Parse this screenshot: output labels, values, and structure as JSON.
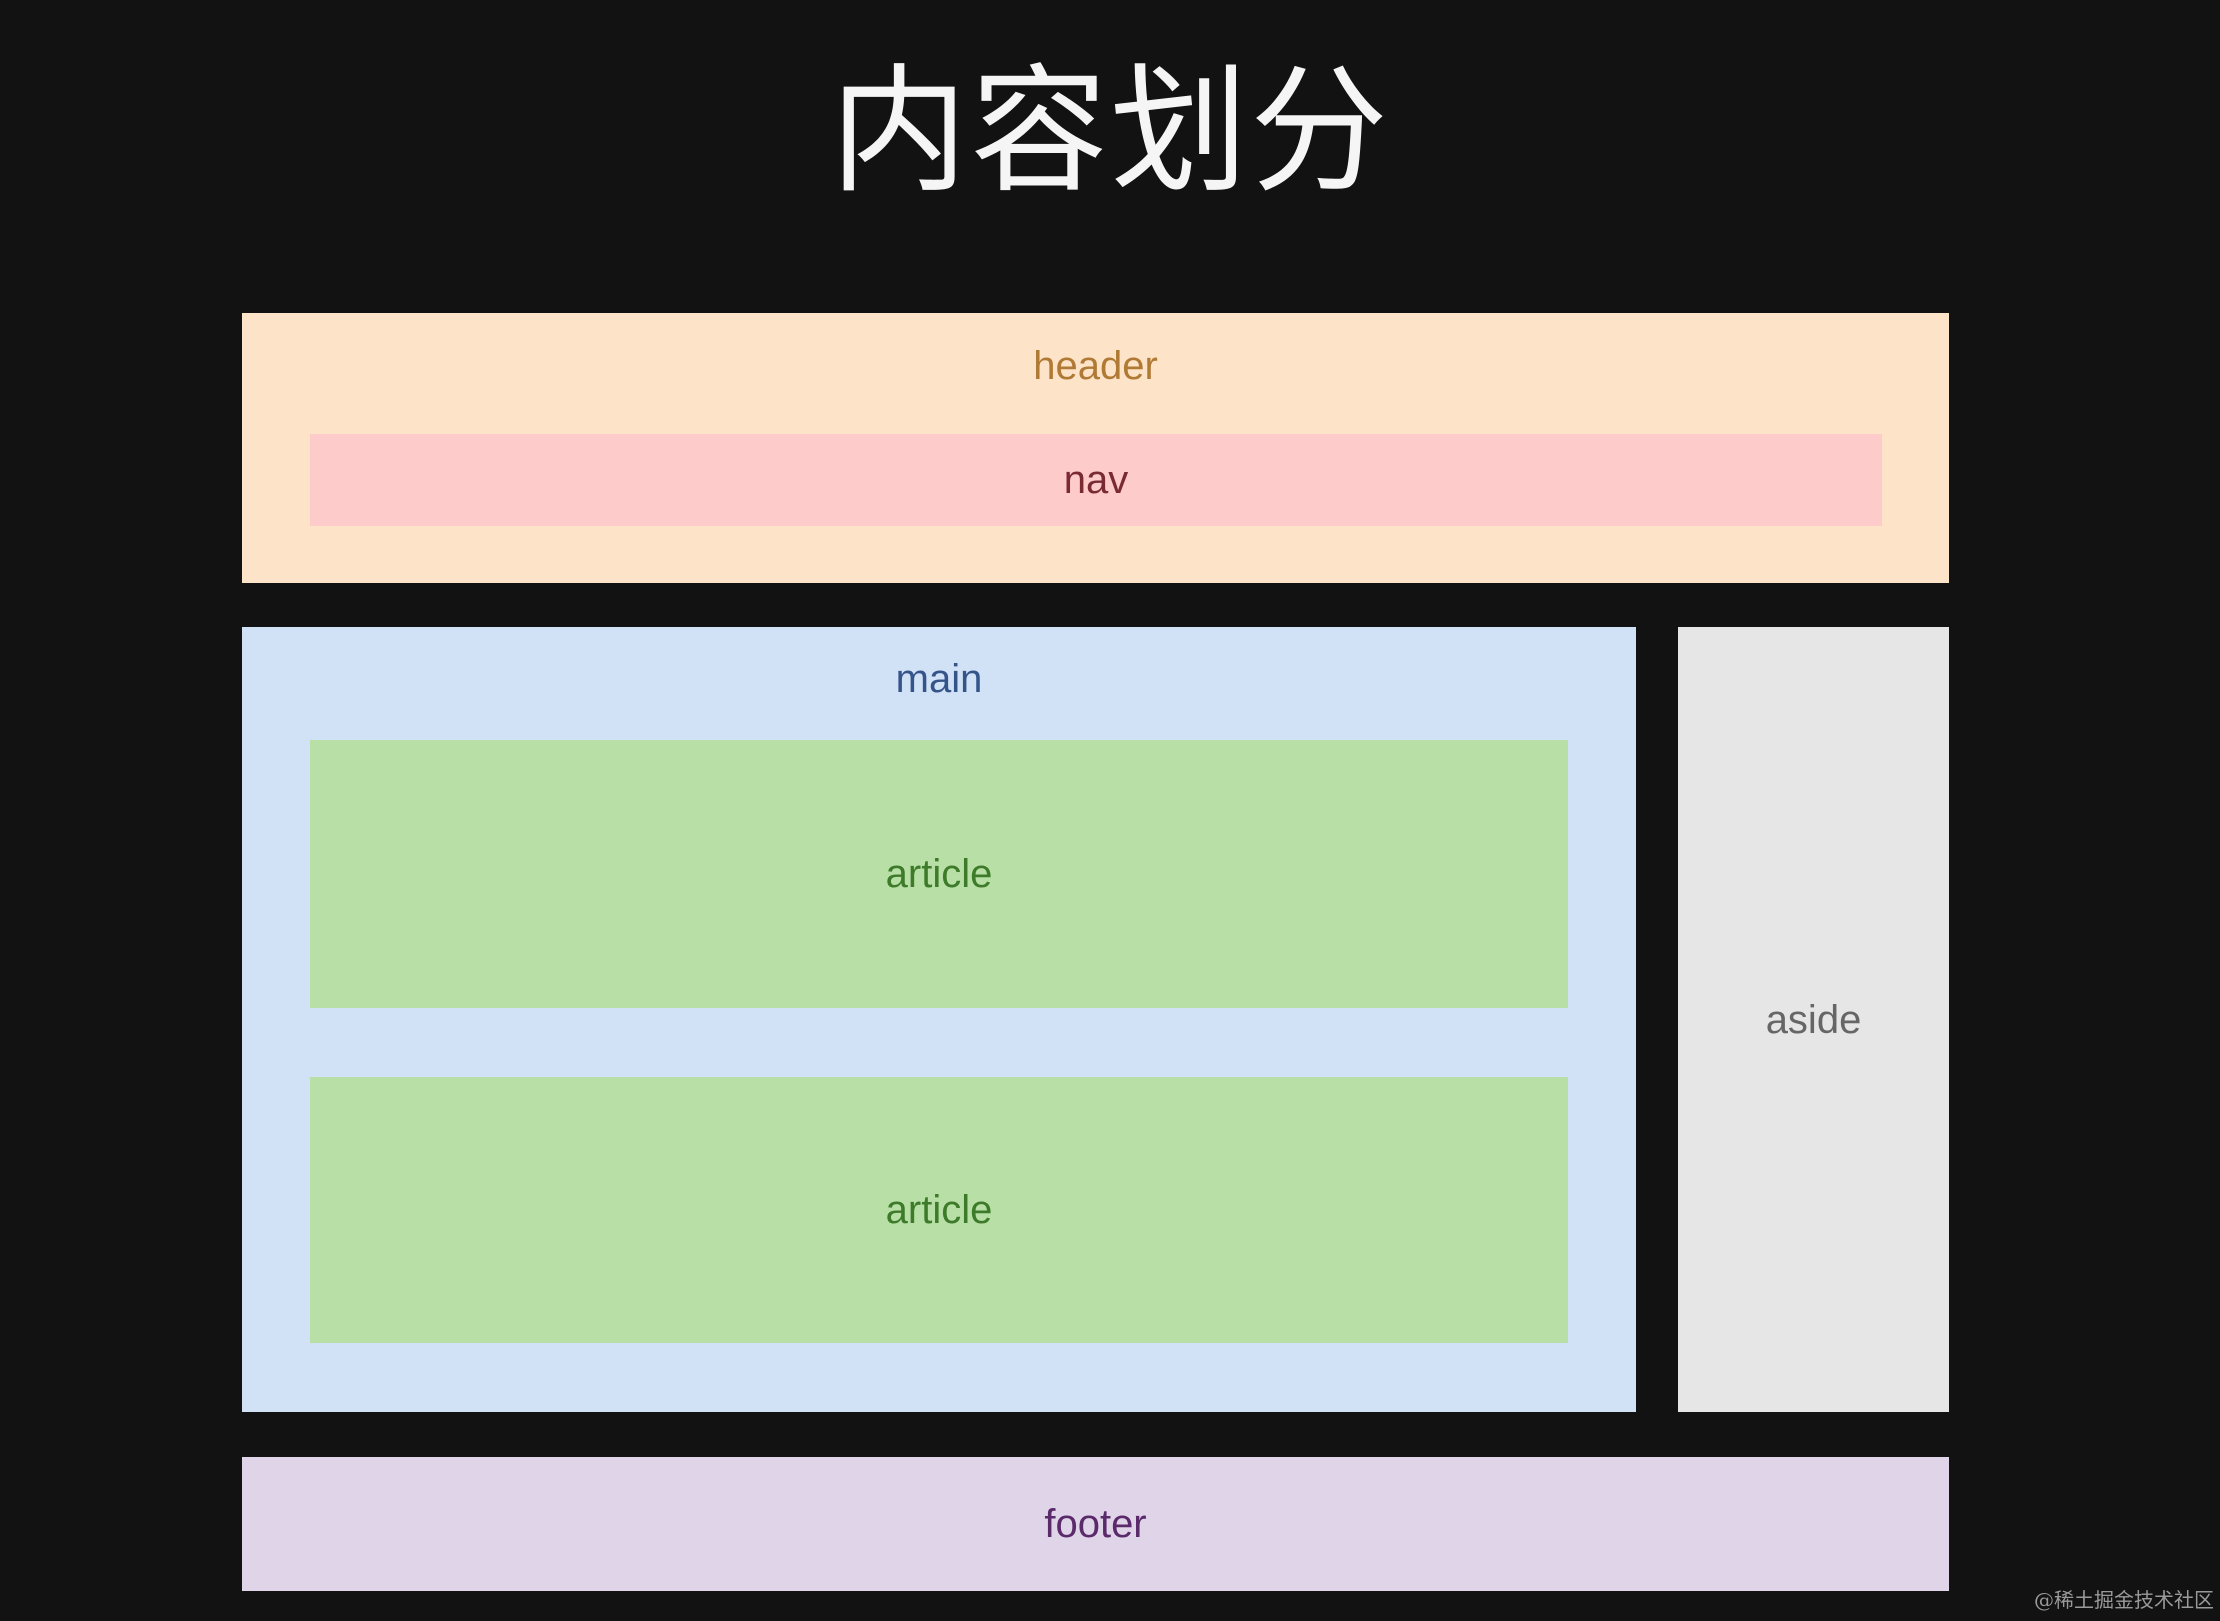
{
  "title": "内容划分",
  "colors": {
    "background": "#121212",
    "header_bg": "#fde4c8",
    "header_text": "#b07a35",
    "nav_bg": "#fecbcb",
    "nav_text": "#7a2a35",
    "main_bg": "#d2e2f6",
    "main_text": "#35558a",
    "article_bg": "#b8e0a6",
    "article_text": "#3d7a2a",
    "aside_bg": "#e6e6e6",
    "aside_text": "#666666",
    "footer_bg": "#e0d5e8",
    "footer_text": "#5a2a6a"
  },
  "layout": {
    "header": {
      "label": "header",
      "nav": {
        "label": "nav"
      }
    },
    "main": {
      "label": "main",
      "articles": [
        {
          "label": "article"
        },
        {
          "label": "article"
        }
      ]
    },
    "aside": {
      "label": "aside"
    },
    "footer": {
      "label": "footer"
    }
  },
  "watermark": "@稀土掘金技术社区"
}
